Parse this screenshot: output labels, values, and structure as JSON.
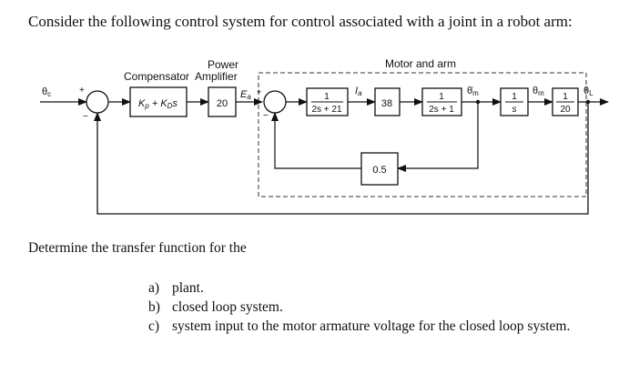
{
  "intro_text": "Consider the following control system for control associated with a joint in a robot arm:",
  "diagram": {
    "labels": {
      "power": "Power",
      "compensator_amplifier": "Compensator  Amplifier",
      "motor_and_arm": "Motor and arm"
    },
    "signals": {
      "theta_c": "θ",
      "theta_c_sub": "c",
      "e_a": "E",
      "e_a_sub": "a",
      "i_a": "I",
      "i_a_sub": "a",
      "theta_m_dot": "θ̇",
      "theta_m_dot_sub": "m",
      "theta_m": "θ",
      "theta_m_sub": "m",
      "theta_l": "θ",
      "theta_l_sub": "L",
      "plus": "+",
      "minus": "−"
    },
    "blocks": {
      "compensator": "K",
      "compensator_sub_p": "p",
      "compensator_mid": " + K",
      "compensator_sub_d": "D",
      "compensator_end": "s",
      "amplifier": "20",
      "armature_num": "1",
      "armature_den": "2s + 21",
      "torque_const": "38",
      "mech_num": "1",
      "mech_den": "2s + 1",
      "integrator_num": "1",
      "integrator_den": "s",
      "gear_num": "1",
      "gear_den": "20",
      "back_emf": "0.5"
    }
  },
  "determine_text": "Determine the transfer function for the",
  "questions": [
    {
      "label": "a)",
      "text": "plant."
    },
    {
      "label": "b)",
      "text": "closed loop system."
    },
    {
      "label": "c)",
      "text": "system input to the motor armature voltage for the closed loop system."
    }
  ]
}
